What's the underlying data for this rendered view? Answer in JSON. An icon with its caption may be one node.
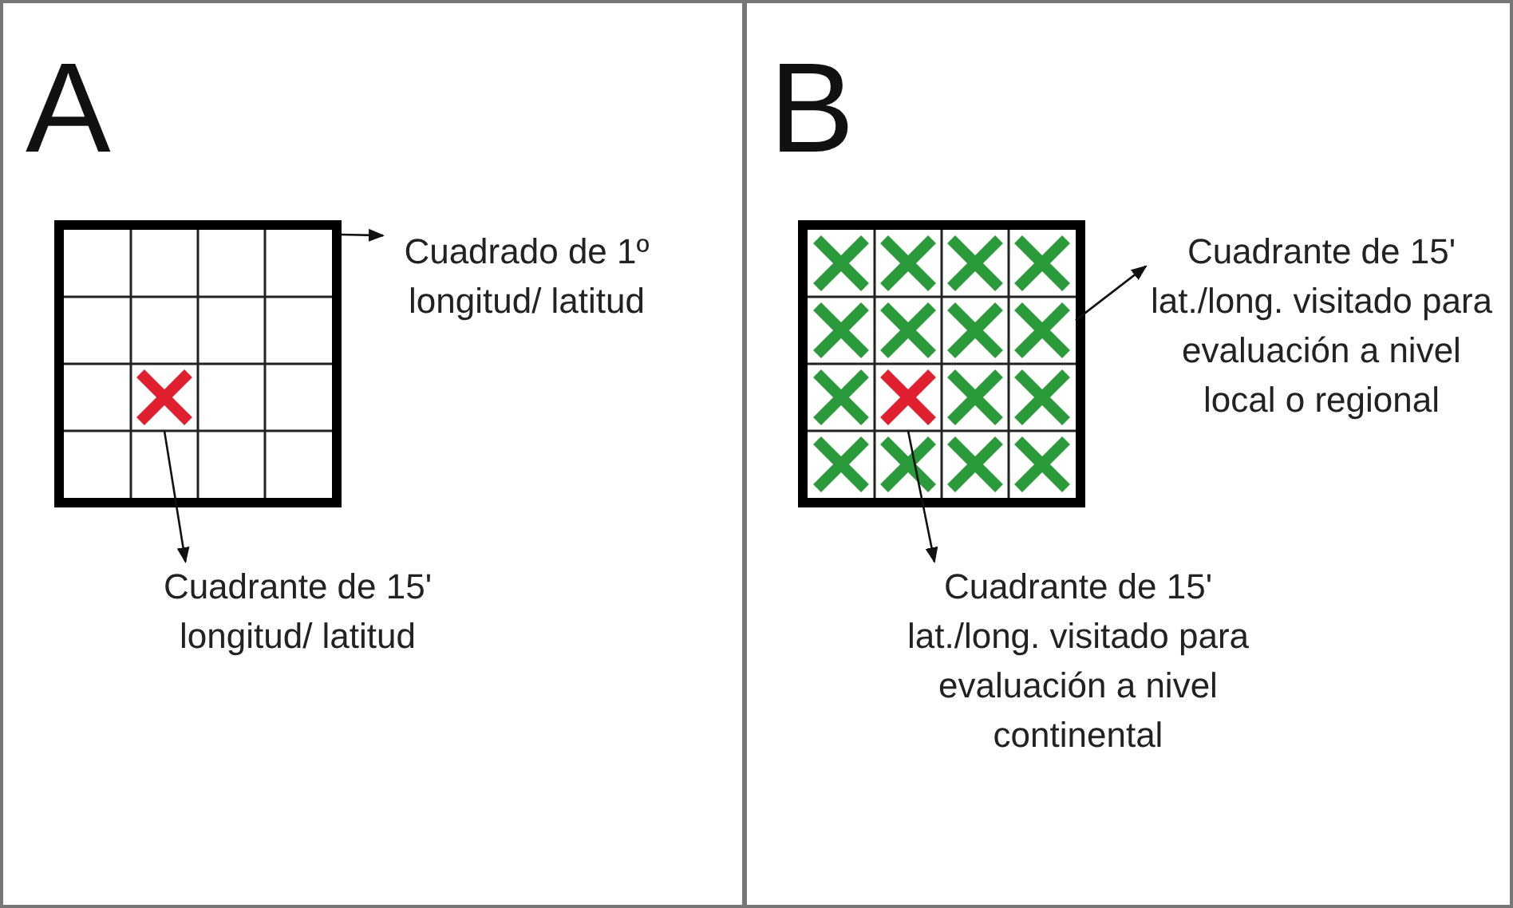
{
  "diagram": {
    "nodes": [
      {
        "text": [
          "A"
        ]
      },
      {
        "text": [],
        "shape": "box",
        "in": 0
      },
      {
        "text": [],
        "shape": "cross",
        "in": 1
      },
      {
        "text": [
          "Cuadrado de 1º longitud/ latitud"
        ],
        "in": 0
      },
      {
        "text": [
          "Cuadrante de 15' longitud/ latitud"
        ],
        "in": 0
      },
      {
        "text": [
          "B"
        ]
      },
      {
        "text": [],
        "shape": "box",
        "in": 5
      },
      {
        "text": [],
        "shape": "cross",
        "in": 6
      },
      {
        "text": [],
        "shape": "cross",
        "in": 6
      },
      {
        "text": [
          "Cuadrante de 15' lat./long. visitado para evaluación a nivel local o regional"
        ],
        "in": 5
      },
      {
        "text": [
          "Cuadrante de 15' lat./long. visitado para evaluación a nivel continental"
        ],
        "in": 5
      }
    ],
    "edges": [
      {
        "from": 1,
        "to": 3,
        "arrow": "to"
      },
      {
        "from": 2,
        "to": 4,
        "arrow": "to"
      },
      {
        "from": 7,
        "to": 9,
        "arrow": "to"
      },
      {
        "from": 8,
        "to": 10,
        "arrow": "to"
      }
    ]
  }
}
